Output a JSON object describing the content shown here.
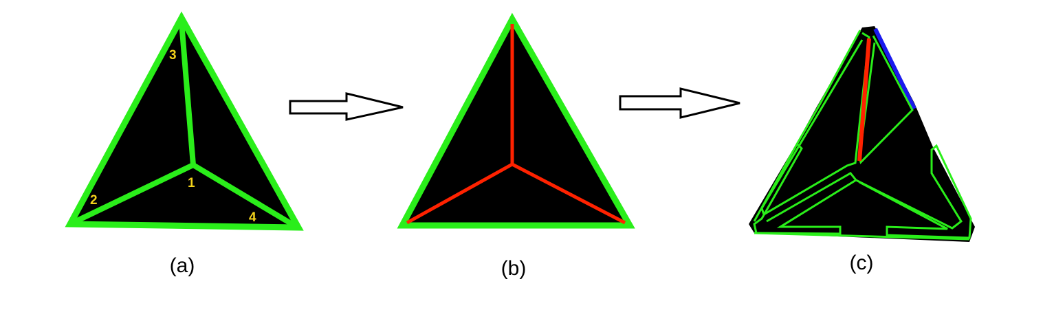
{
  "colors": {
    "background": "#ffffff",
    "face_fill": "#000000",
    "edge_green": "#2aee1a",
    "edge_red": "#ff2200",
    "edge_blue": "#1a1aee",
    "vertex_label": "#f2d21b",
    "arrow_stroke": "#000000"
  },
  "panels": [
    {
      "caption": "(a)",
      "vertex_labels": [
        "1",
        "2",
        "3",
        "4"
      ]
    },
    {
      "caption": "(b)"
    },
    {
      "caption": "(c)"
    }
  ]
}
